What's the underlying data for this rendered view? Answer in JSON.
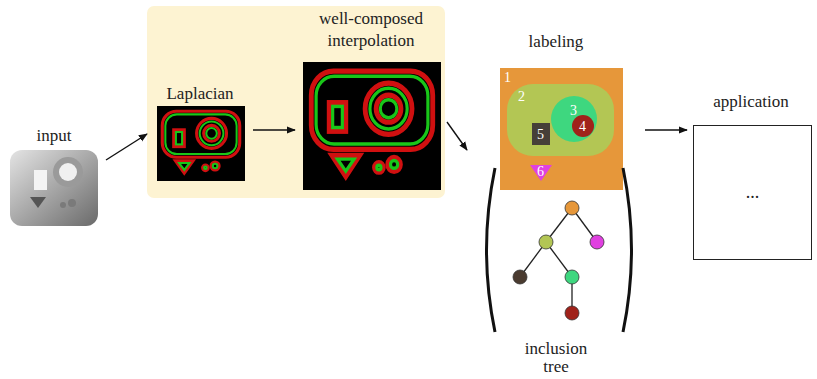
{
  "diagram": {
    "nodes": [
      {
        "text": [
          "input"
        ]
      },
      {
        "text": [
          "Laplacian"
        ]
      },
      {
        "text": [
          "well-composed interpolation"
        ]
      },
      {
        "text": [
          "labeling",
          "inclusion tree"
        ]
      },
      {
        "text": [
          "application",
          "..."
        ]
      }
    ],
    "edges": [
      {
        "from": 0,
        "to": 1,
        "arrow": "to"
      },
      {
        "from": 1,
        "to": 2,
        "arrow": "to"
      },
      {
        "from": 2,
        "to": 3,
        "arrow": "to"
      },
      {
        "from": 3,
        "to": 4,
        "arrow": "to"
      }
    ],
    "labels": [
      "1",
      "2",
      "3",
      "4",
      "5",
      "6"
    ]
  }
}
